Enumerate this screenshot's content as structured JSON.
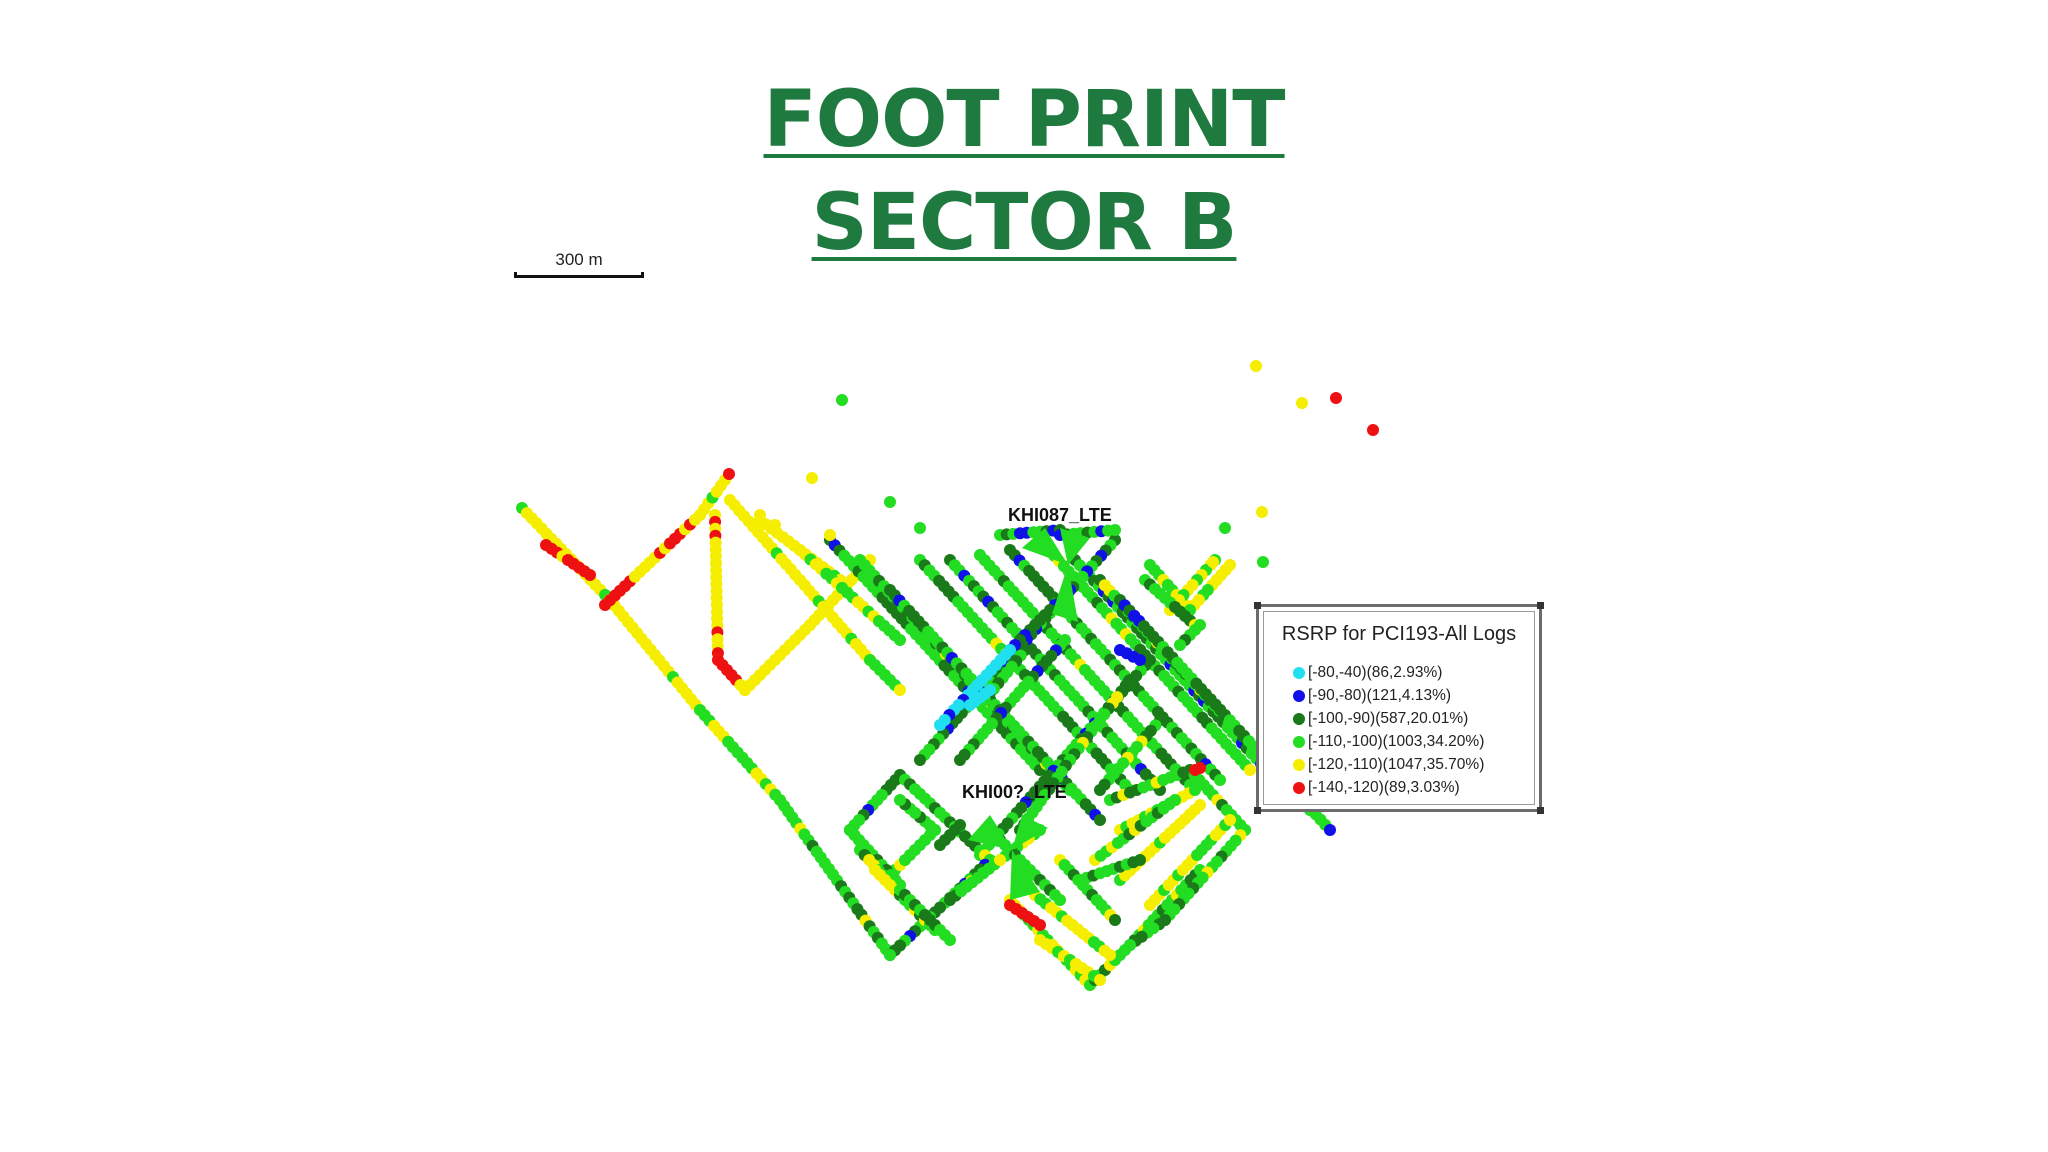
{
  "title": {
    "line1": "FOOT PRINT",
    "line2": "SECTOR B"
  },
  "scale": {
    "label": "300 m"
  },
  "sites": [
    {
      "name": "KHI087_LTE"
    },
    {
      "name": "KHI00?_LTE"
    }
  ],
  "legend": {
    "title": "RSRP for PCI193-All Logs",
    "items": [
      {
        "label": "[-80,-40)(86,2.93%)",
        "color": "#20e0f0"
      },
      {
        "label": "[-90,-80)(121,4.13%)",
        "color": "#1010e8"
      },
      {
        "label": "[-100,-90)(587,20.01%)",
        "color": "#1a7a1a"
      },
      {
        "label": "[-110,-100)(1003,34.20%)",
        "color": "#22dd22"
      },
      {
        "label": "[-120,-110)(1047,35.70%)",
        "color": "#f5ee00"
      },
      {
        "label": "[-140,-120)(89,3.03%)",
        "color": "#ee1111"
      }
    ]
  }
}
